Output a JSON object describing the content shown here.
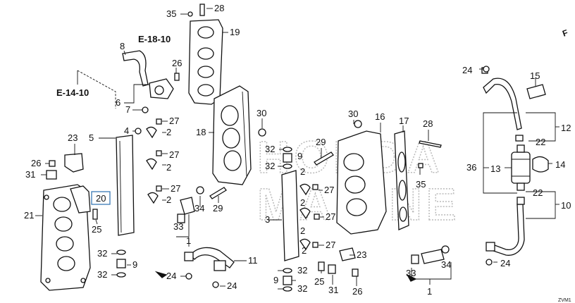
{
  "watermark": {
    "line1": "HONDA",
    "line2": "MARINE"
  },
  "refs": {
    "e18": "E-18-10",
    "e14": "E-14-10"
  },
  "corner": {
    "top": "F",
    "bottom": "ZVM1"
  },
  "labels": {
    "l35": "35",
    "l28a": "28",
    "l19": "19",
    "l8": "8",
    "l26a": "26",
    "l6": "6",
    "l7": "7",
    "l30a": "30",
    "l18": "18",
    "l4": "4",
    "l2a": "2",
    "l5": "5",
    "l27a": "27",
    "l23a": "23",
    "l27b": "27",
    "l2b": "2",
    "l26b": "26",
    "l31a": "31",
    "l27c": "27",
    "l2c": "2",
    "l34a": "34",
    "l29a": "29",
    "l20": "20",
    "l21": "21",
    "l25a": "25",
    "l33a": "33",
    "l1a": "1",
    "l32a": "32",
    "l9a": "9",
    "l32b": "32",
    "l11": "11",
    "l24a": "24",
    "l24b": "24",
    "l32c": "32",
    "l9b": "9",
    "l32d": "32",
    "l2d": "2",
    "l29b": "29",
    "l2e": "2",
    "l27d": "27",
    "l2f": "2",
    "l3": "3",
    "l27e": "27",
    "l2g": "2",
    "l27f": "27",
    "l30b": "30",
    "l16": "16",
    "l17": "17",
    "l28b": "28",
    "l35b": "35",
    "l23b": "23",
    "l32e": "32",
    "l9c": "9",
    "l32f": "32",
    "l25b": "25",
    "l31b": "31",
    "l26c": "26",
    "l24c": "24",
    "l15": "15",
    "l12": "12",
    "l22a": "22",
    "l14": "14",
    "l36": "36",
    "l13": "13",
    "l22b": "22",
    "l10": "10",
    "l24d": "24",
    "l33b": "33",
    "l34b": "34",
    "l1b": "1"
  }
}
